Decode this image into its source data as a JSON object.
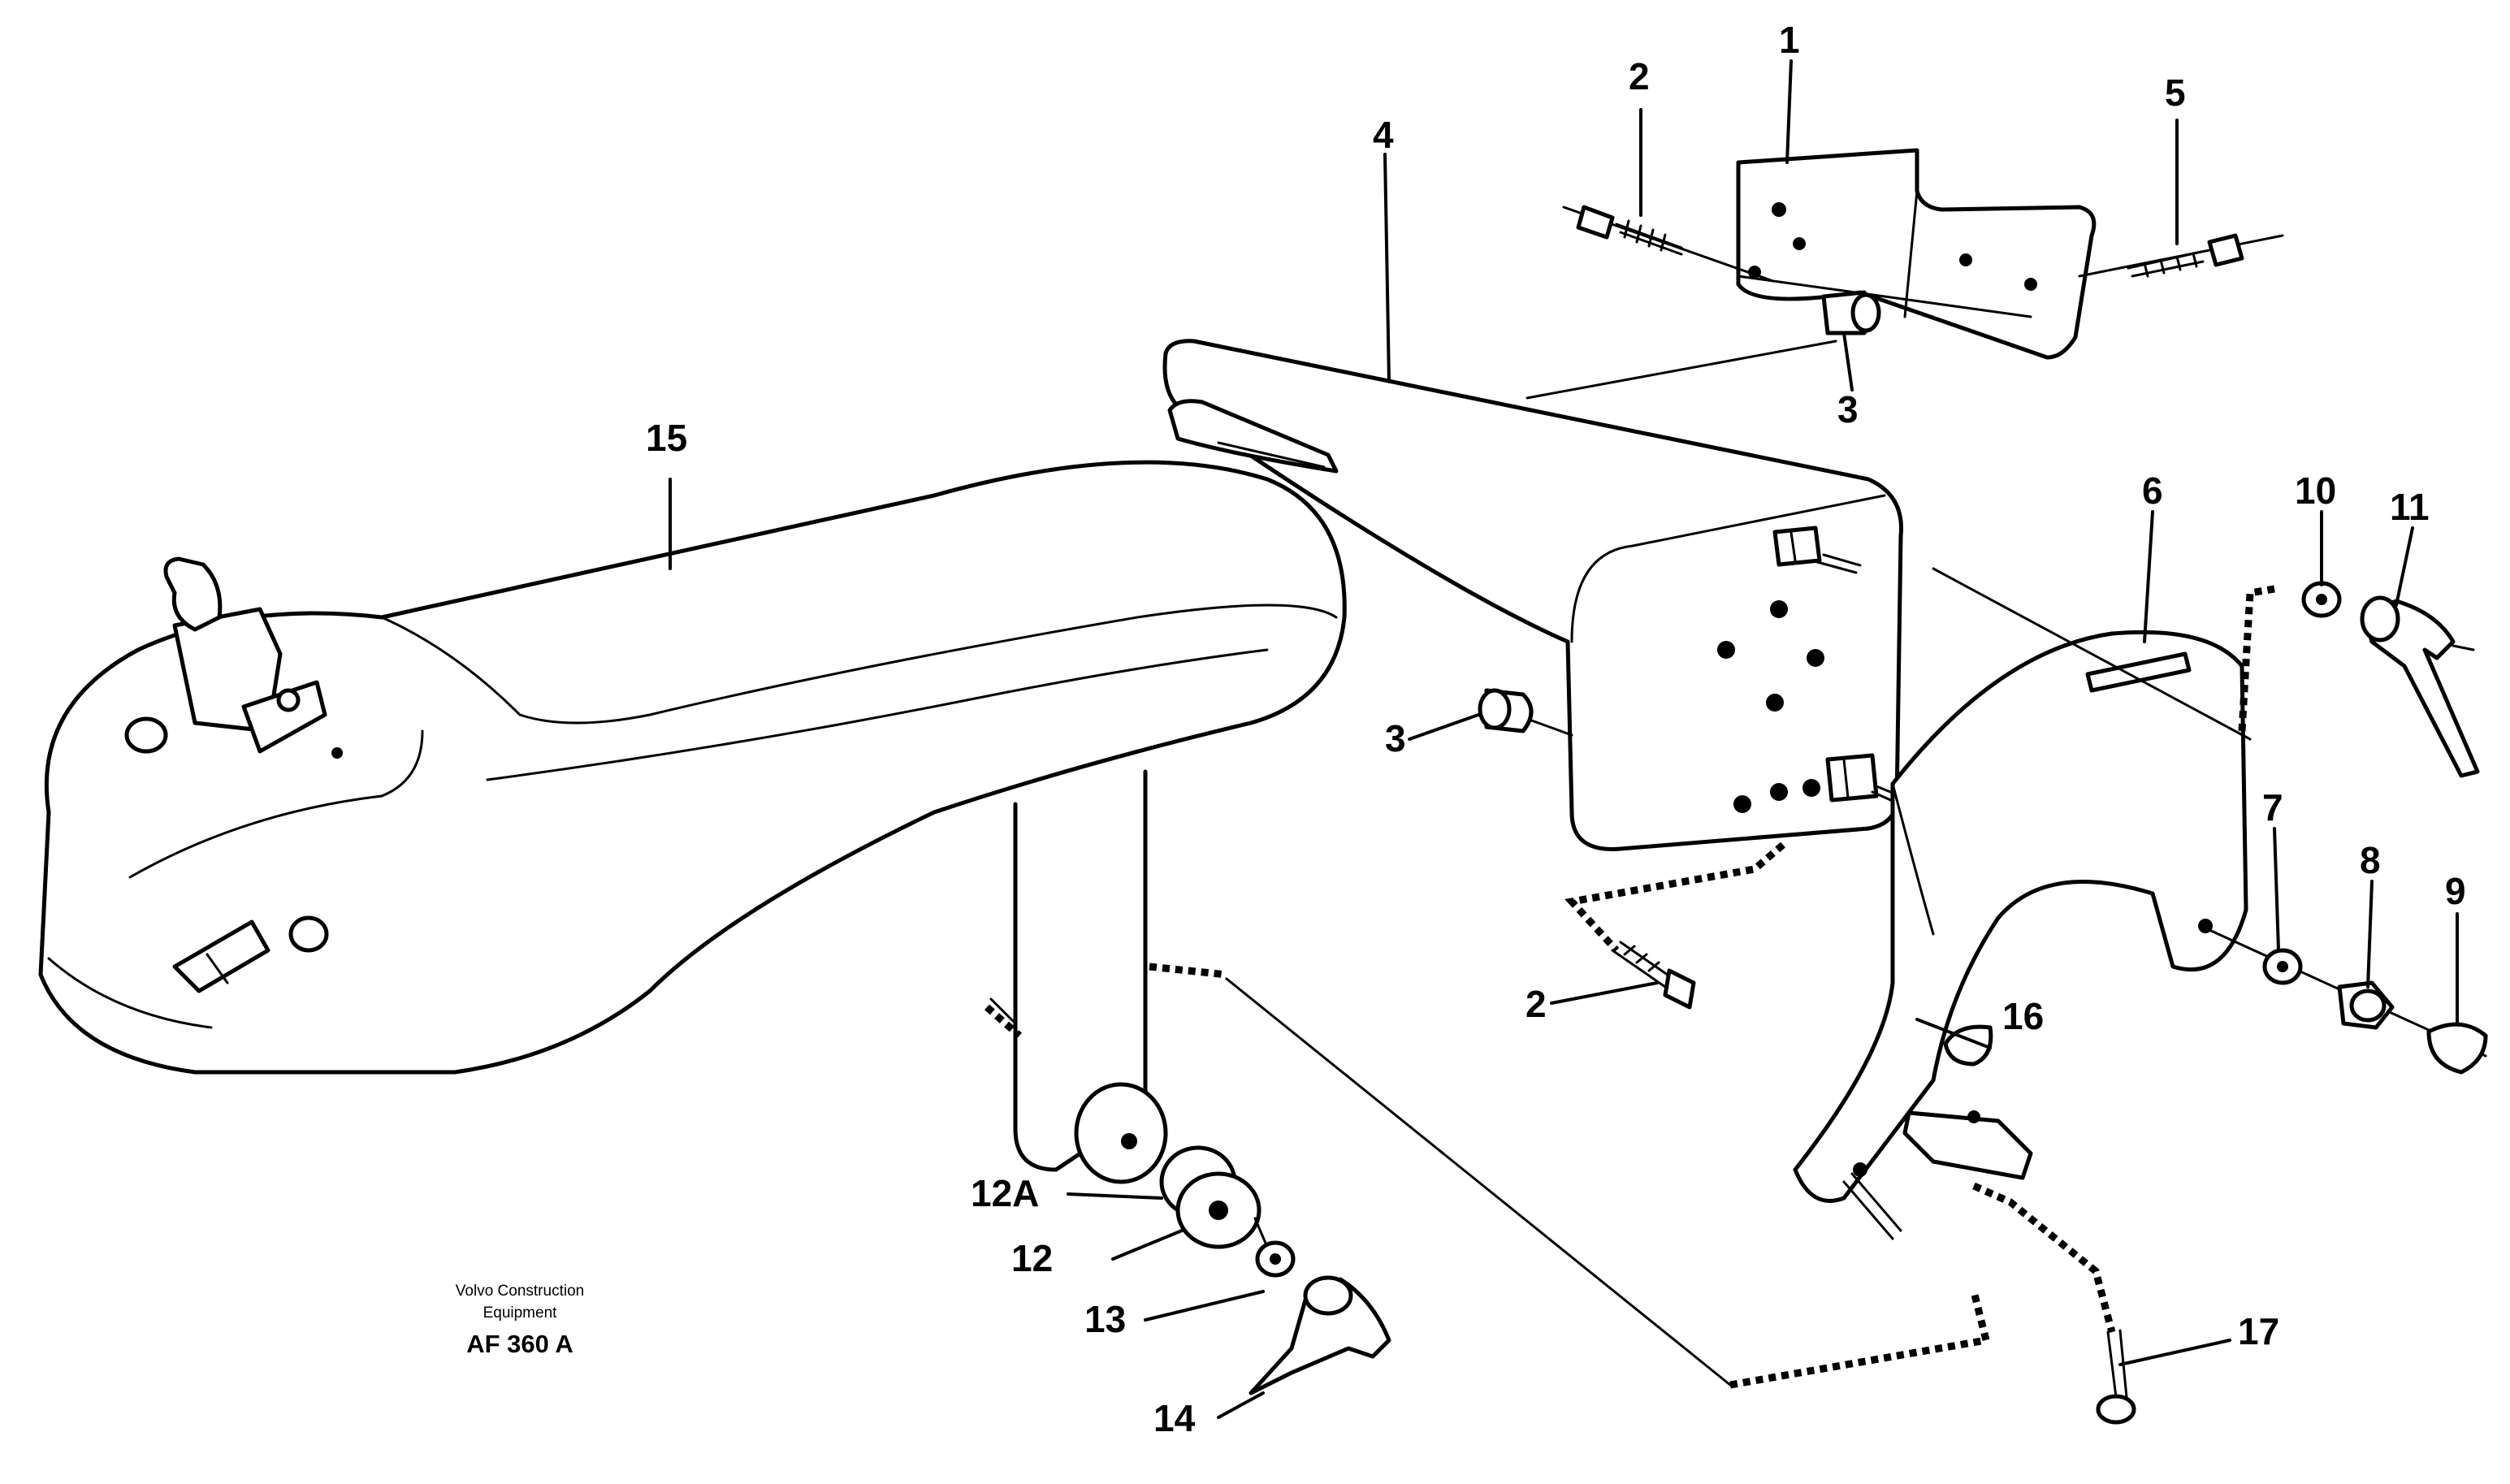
{
  "callouts": {
    "c1": "1",
    "c2a": "2",
    "c2b": "2",
    "c3a": "3",
    "c3b": "3",
    "c4": "4",
    "c5": "5",
    "c6": "6",
    "c7": "7",
    "c8": "8",
    "c9": "9",
    "c10": "10",
    "c11": "11",
    "c12": "12",
    "c12a": "12A",
    "c13": "13",
    "c14": "14",
    "c15": "15",
    "c16": "16",
    "c17": "17"
  },
  "caption": {
    "line1": "Volvo Construction",
    "line2": "Equipment",
    "code": "AF 360 A"
  }
}
